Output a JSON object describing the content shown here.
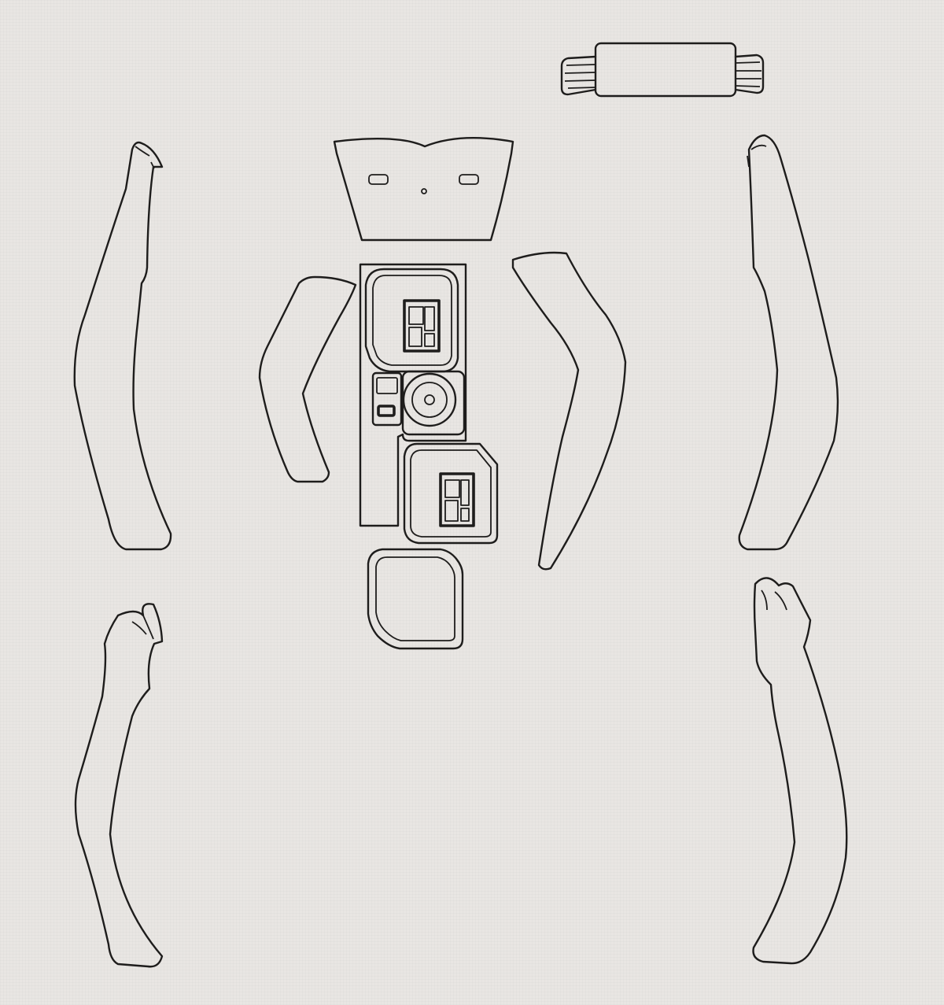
{
  "diagram": {
    "type": "vinyl-wrap-cut-template",
    "background_color": "#e9e6e3",
    "line_color": "#1e1d1c",
    "pieces": [
      "top-vent-trim",
      "upper-console-panel",
      "left-door-upper-trim",
      "right-door-upper-trim",
      "left-door-lower-trim",
      "right-door-lower-trim",
      "left-inner-curved-trim",
      "right-inner-curved-trim",
      "center-console-strip",
      "window-switch-panel-upper",
      "window-switch-panel-lower",
      "rotary-knob-ring",
      "small-switch-plate",
      "cup-holder-surround"
    ]
  }
}
